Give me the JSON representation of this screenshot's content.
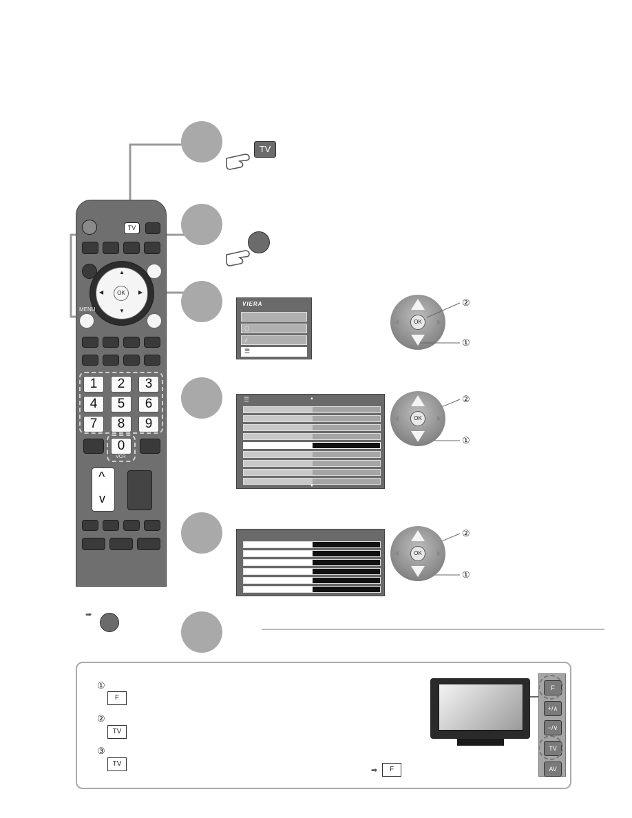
{
  "remote": {
    "tv_label": "TV",
    "ok_label": "OK",
    "menu_label": "MENU",
    "vcr_label": "VCR",
    "number_keys": [
      "1",
      "2",
      "3",
      "4",
      "5",
      "6",
      "7",
      "8",
      "9",
      "0"
    ],
    "up_label": "^",
    "down_label": "v"
  },
  "step1": {
    "tv_key_label": "TV"
  },
  "pads": {
    "ok_label": "OK",
    "mark_select": "②",
    "mark_move": "①"
  },
  "menu_panel": {
    "logo": "VIERA"
  },
  "note_box": {
    "mark_1": "①",
    "mark_2": "②",
    "mark_3": "③",
    "key_f": "F",
    "key_tv": "TV",
    "key_f_arrow": "F"
  },
  "tv_side_buttons": [
    "F",
    "+/∧",
    "−/∨",
    "TV",
    "AV"
  ],
  "colors": {
    "step_circle": "#a9a9a9",
    "remote_body": "#6f6f6f",
    "panel": "#6a6a6a"
  }
}
